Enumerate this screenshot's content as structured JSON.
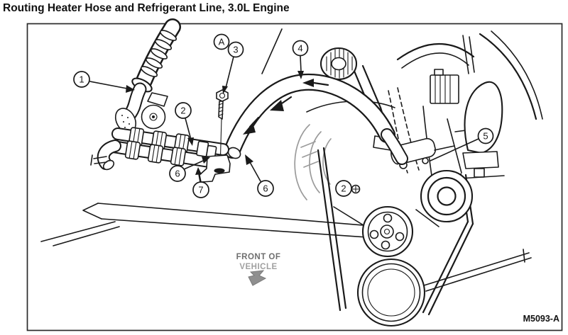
{
  "title": "Routing Heater Hose and Refrigerant Line, 3.0L Engine",
  "figure": {
    "code": "M5093-A",
    "front_label_line1": "FRONT OF",
    "front_label_line2": "VEHICLE"
  },
  "callouts": [
    {
      "id": "1",
      "label": "1",
      "points_to": "heater-hose-elbow"
    },
    {
      "id": "A",
      "label": "A",
      "points_to": "screw-detail"
    },
    {
      "id": "3",
      "label": "3",
      "points_to": "mounting-screw"
    },
    {
      "id": "4",
      "label": "4",
      "points_to": "heater-hose-run"
    },
    {
      "id": "5",
      "label": "5",
      "points_to": "refrigerant-line-fitting"
    },
    {
      "id": "2-left",
      "label": "2",
      "points_to": "hose-coupling"
    },
    {
      "id": "6-left",
      "label": "6",
      "points_to": "quick-connect-fitting"
    },
    {
      "id": "7",
      "label": "7",
      "points_to": "support-bracket"
    },
    {
      "id": "6-right",
      "label": "6",
      "points_to": "quick-connect-fitting"
    },
    {
      "id": "2-right",
      "label": "2",
      "points_to": "bracket-bolt"
    }
  ],
  "colors": {
    "line": "#1a1a1a",
    "ghost_line": "#9b9b9b",
    "front_label_dark": "#6e6e6e",
    "front_label_light": "#a0a0a0",
    "background": "#ffffff"
  }
}
